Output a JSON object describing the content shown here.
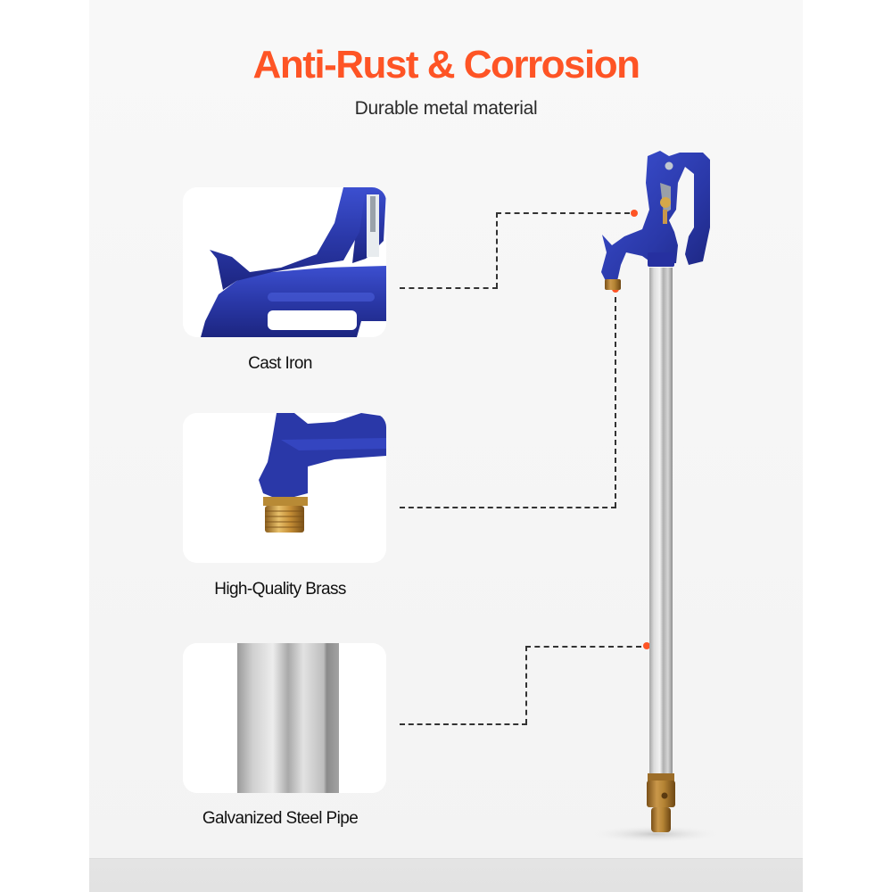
{
  "header": {
    "title": "Anti-Rust & Corrosion",
    "subtitle": "Durable metal material"
  },
  "features": [
    {
      "label": "Cast Iron",
      "image": "cast-iron-spout-closeup"
    },
    {
      "label": "High-Quality Brass",
      "image": "brass-nozzle-closeup"
    },
    {
      "label": "Galvanized Steel Pipe",
      "image": "steel-pipe-closeup"
    }
  ],
  "product": {
    "name": "yard hydrant",
    "image": "hydrant-full-view"
  },
  "colors": {
    "accent": "#fe5425",
    "cast_iron_blue": "#2a38a8",
    "brass": "#c79a45",
    "steel": "#c8c8c8",
    "background": "#f6f6f6",
    "card": "#ffffff",
    "connector": "#333333"
  }
}
